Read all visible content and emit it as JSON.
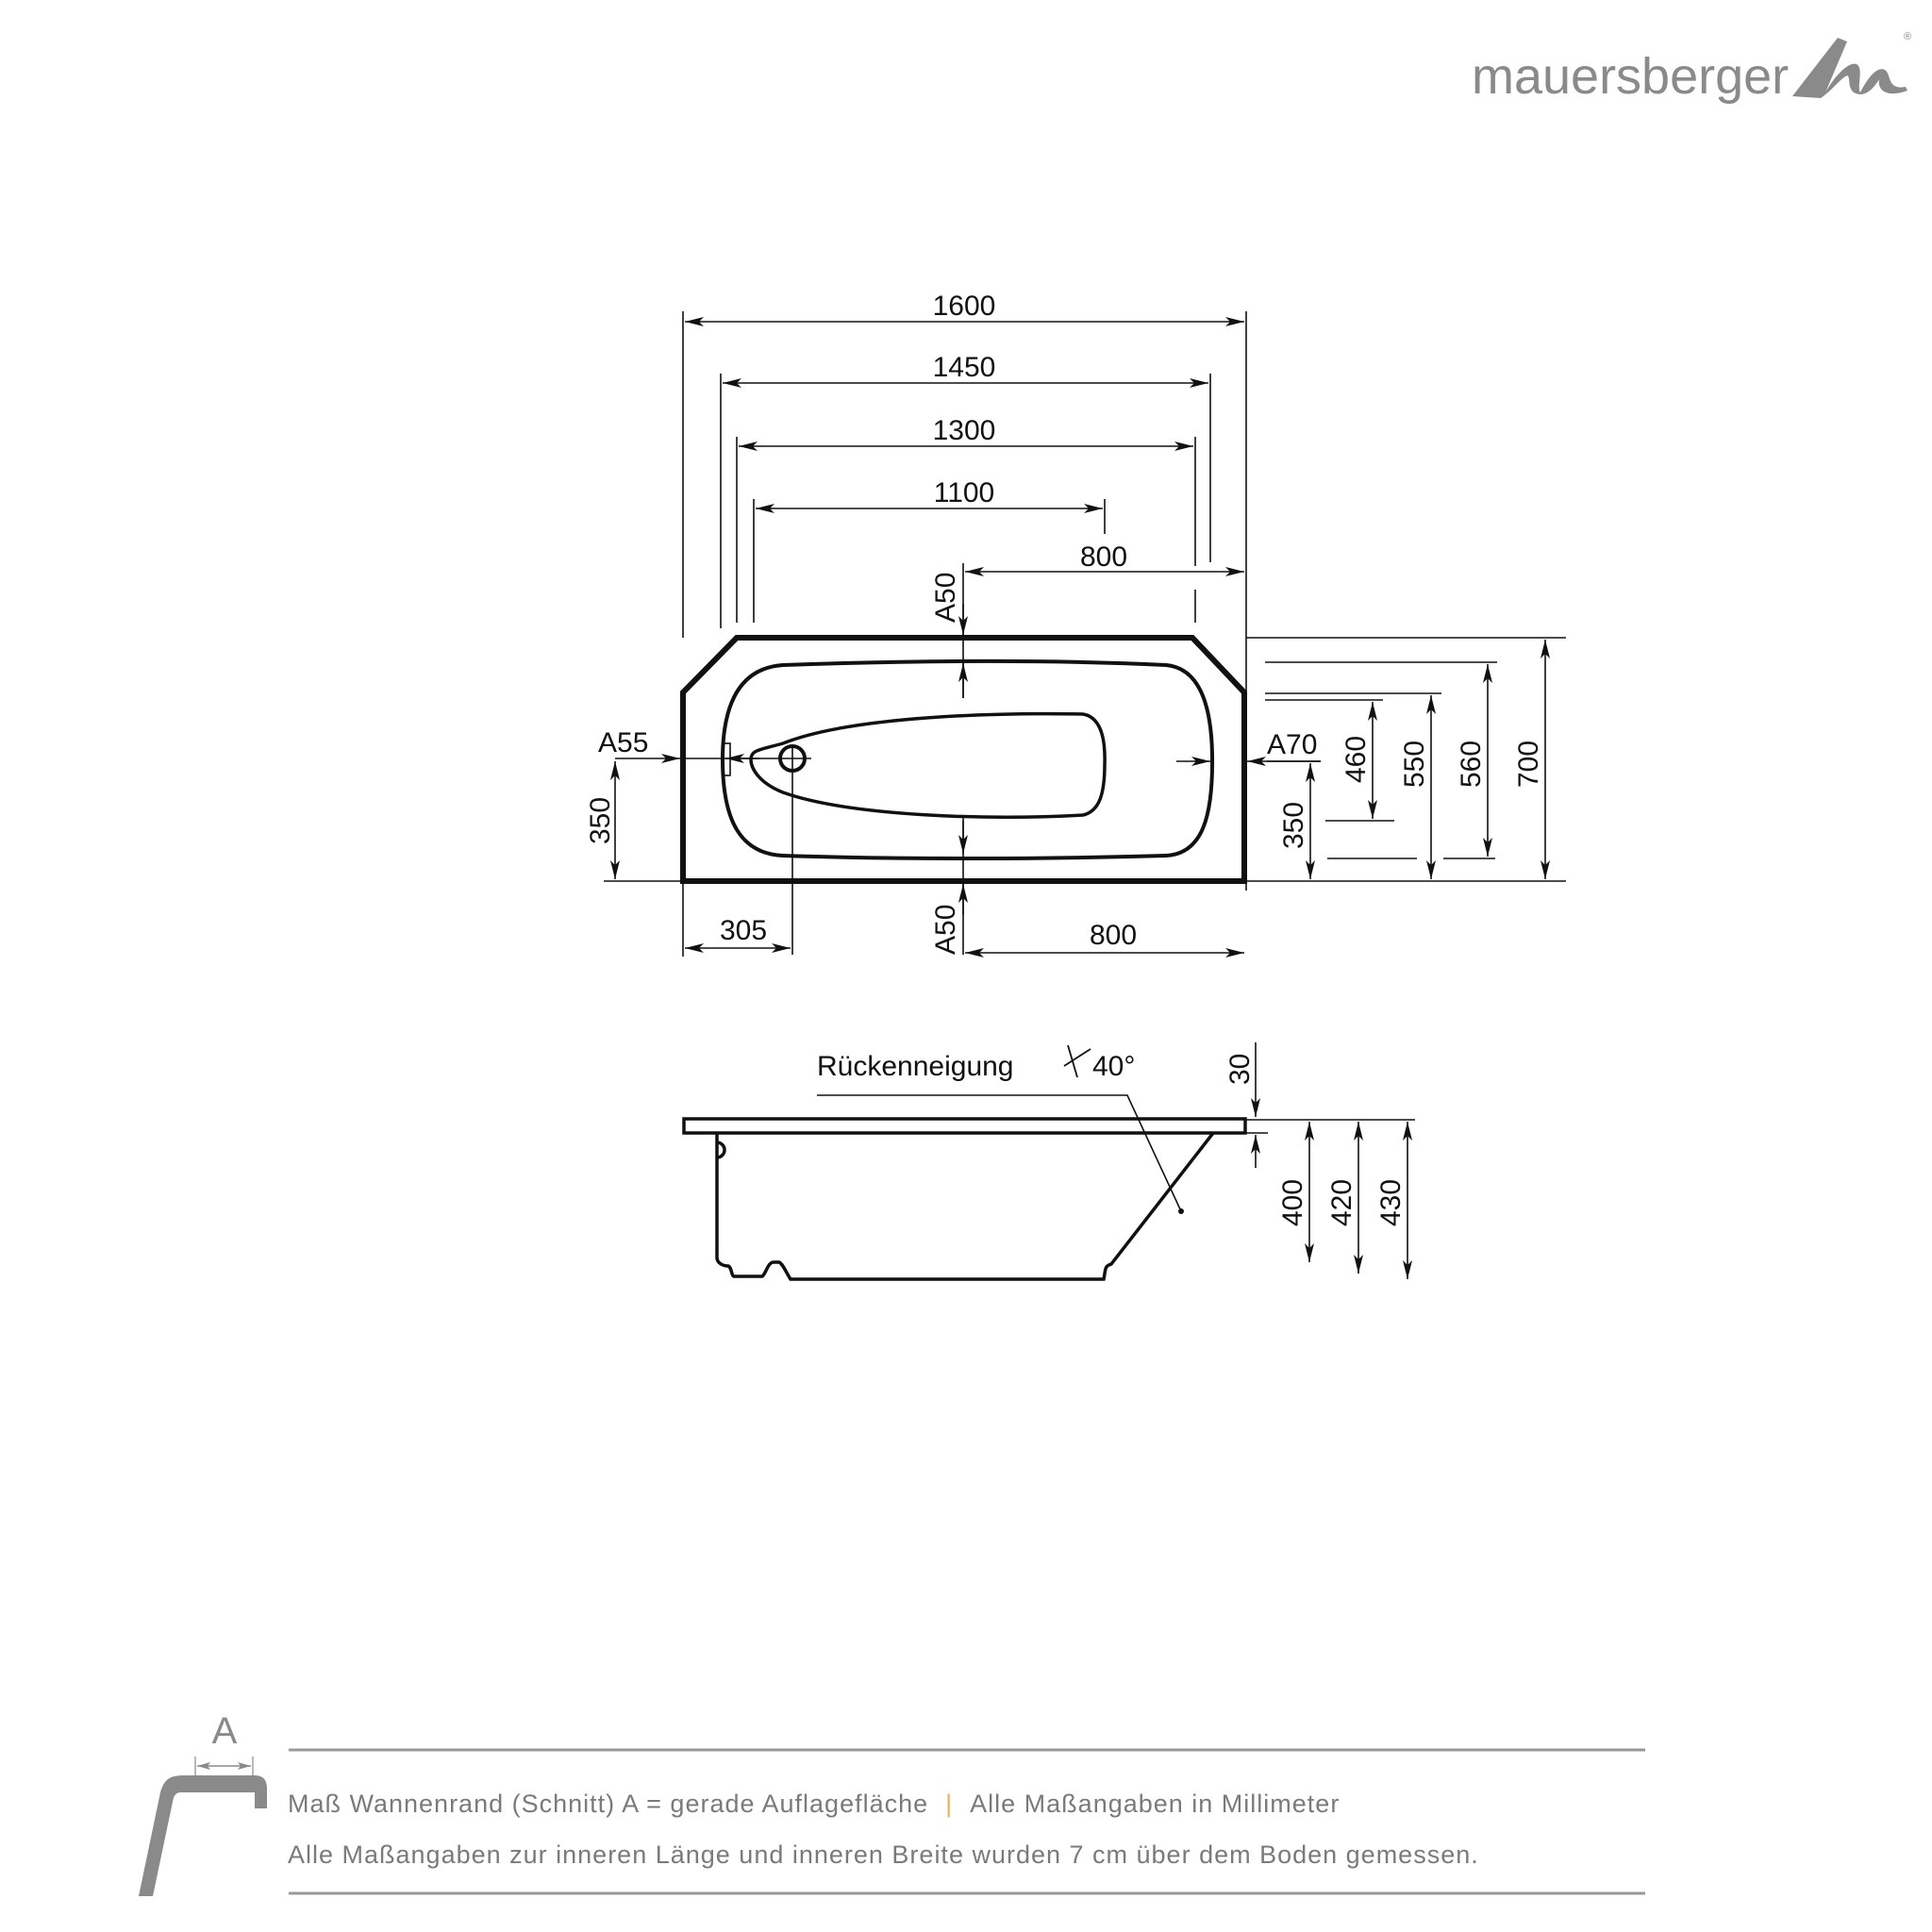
{
  "brand": {
    "name": "mauersberger",
    "registered_mark": "®",
    "color": "#8a8a8a"
  },
  "top_view": {
    "width_dims": [
      {
        "label": "1600",
        "name": "overall-length"
      },
      {
        "label": "1450",
        "name": "inner-rim-length"
      },
      {
        "label": "1300",
        "name": "inner-length"
      },
      {
        "label": "1100",
        "name": "floor-length"
      },
      {
        "label": "800",
        "name": "half-length-top"
      }
    ],
    "rim_labels": {
      "top": "A50",
      "bottom": "A50",
      "left": "A55",
      "right": "A70"
    },
    "bottom_dims": {
      "drain_offset": "305",
      "half_length": "800"
    },
    "left_dims": {
      "drain_height": "350"
    },
    "right_dims": [
      "350",
      "460",
      "550",
      "560",
      "700"
    ]
  },
  "side_view": {
    "annotation": "Rückenneigung",
    "angle_symbol": "∢",
    "angle": "40°",
    "rim_thickness": "30",
    "heights": [
      "400",
      "420",
      "430"
    ]
  },
  "legend": {
    "symbol_label": "A",
    "line1_a": "Maß Wannenrand (Schnitt) A = gerade Auflagefläche",
    "separator": "|",
    "separator_color": "#f0b05a",
    "line1_b": "Alle Maßangaben in Millimeter",
    "line2": "Alle Maßangaben zur inneren Länge und inneren Breite wurden 7 cm über dem Boden gemessen."
  }
}
